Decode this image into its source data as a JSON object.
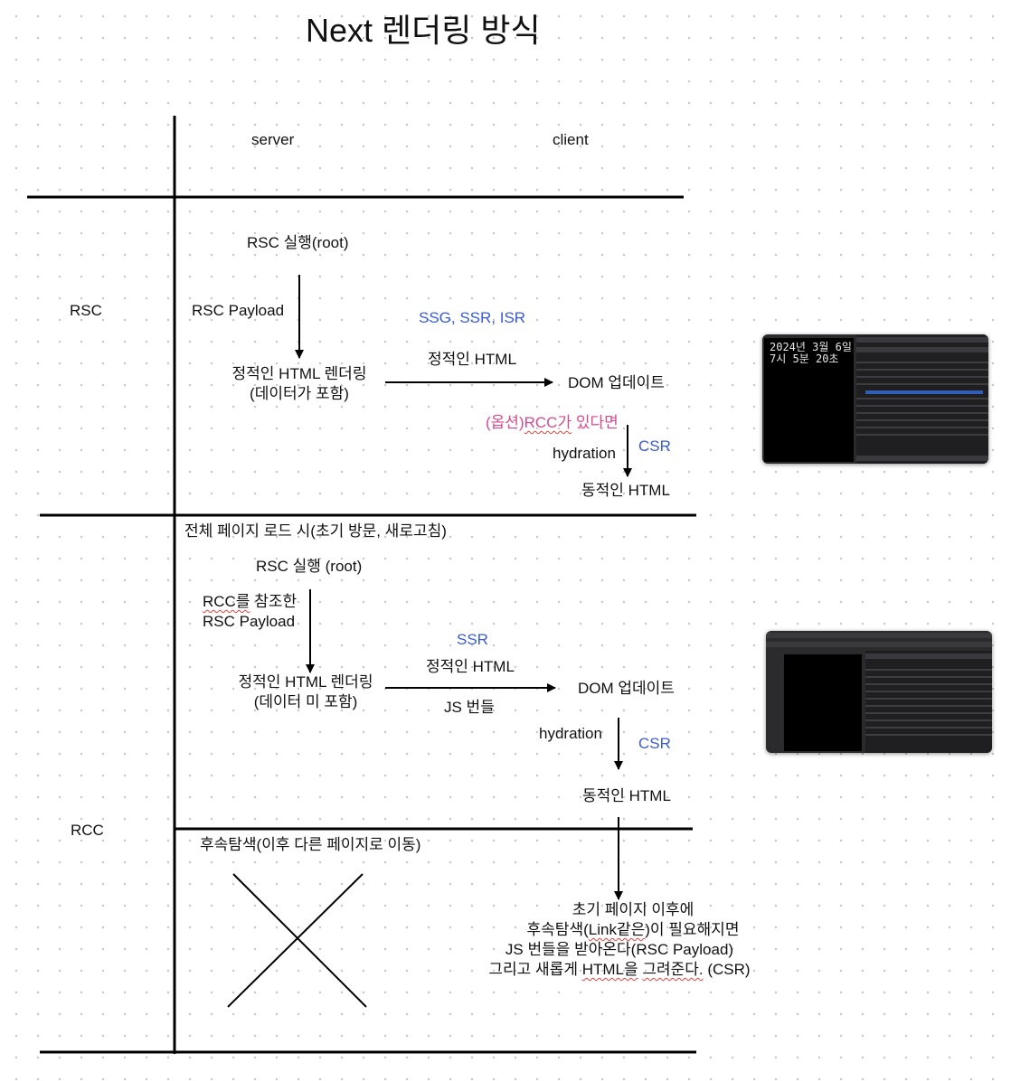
{
  "title": "Next 렌더링 방식",
  "columns": {
    "server": "server",
    "client": "client"
  },
  "rows": {
    "rsc": "RSC",
    "rcc": "RCC"
  },
  "rsc_section": {
    "step1": "RSC 실행(root)",
    "payload": "RSC Payload",
    "render_line1": "정적인 HTML 렌더링",
    "render_line2": "(데이터가 포함)",
    "modes": "SSG, SSR, ISR",
    "static_html": "정적인 HTML",
    "dom_update": "DOM 업데이트",
    "option_prefix": "(옵션)",
    "option_rcc": "RCC가",
    "option_suffix": " 있다면",
    "hydration": "hydration",
    "csr": "CSR",
    "dynamic_html": "동적인 HTML"
  },
  "rcc_section": {
    "full_load": "전체 페이지 로드 시(초기 방문, 새로고침)",
    "step1": "RSC 실행 (root)",
    "ref_rcc": "RCC를",
    "ref_suffix": " 참조한",
    "payload": "RSC Payload",
    "render_line1": "정적인 HTML 렌더링",
    "render_line2": "(데이터 미 포함)",
    "ssr": "SSR",
    "static_html": "정적인 HTML",
    "js_bundle": "JS 번들",
    "dom_update": "DOM 업데이트",
    "hydration": "hydration",
    "csr": "CSR",
    "dynamic_html": "동적인 HTML",
    "subsequent": "후속탐색(이후 다른 페이지로 이동)",
    "note_line1": "초기 페이지 이후에",
    "note_line2_a": "후속탐색(",
    "note_line2_b": "Link같은",
    "note_line2_c": ")이 필요해지면",
    "note_line3": "JS 번들을 받아온다(RSC Payload)",
    "note_line4_a": "그리고 새롭게 ",
    "note_line4_b": "HTML을",
    "note_line4_c": " ",
    "note_line4_d": "그려준다.",
    "note_line4_e": " (CSR)"
  },
  "screenshot1": {
    "clock_line1": "2024년 3월 6일",
    "clock_line2": "7시 5분 20초"
  },
  "colors": {
    "accent_blue": "#3a5bd9",
    "accent_pink": "#d64b8f",
    "line": "#000000"
  }
}
